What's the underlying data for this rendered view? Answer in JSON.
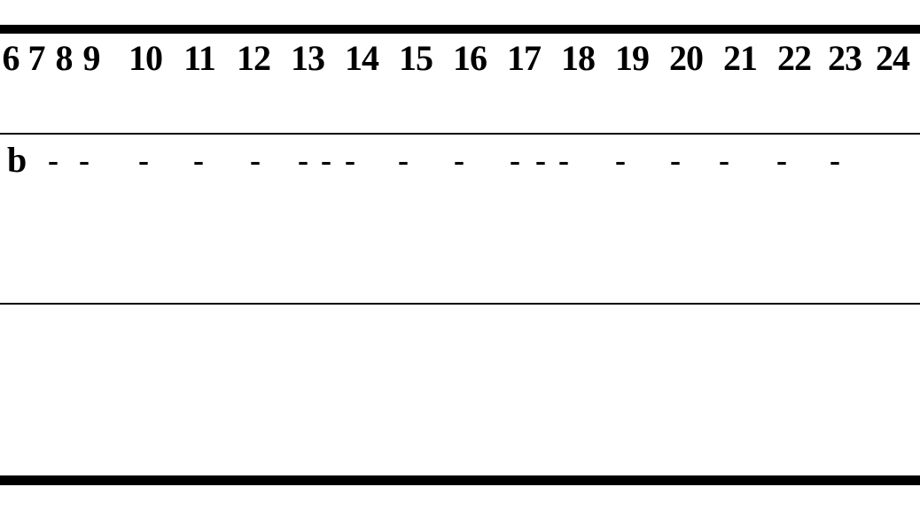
{
  "header": {
    "numbers": [
      "6",
      "7",
      "8",
      "9",
      "10",
      "11",
      "12",
      "13",
      "14",
      "15",
      "16",
      "17",
      "18",
      "19",
      "20",
      "21",
      "22",
      "23",
      "24"
    ]
  },
  "row_b": {
    "label": "b",
    "cells": [
      "-",
      "-",
      "-",
      "-",
      "-",
      "-",
      "-",
      "-",
      "-",
      "-",
      "-",
      "-",
      "-",
      "-",
      "-",
      "-",
      "-",
      "-"
    ]
  }
}
